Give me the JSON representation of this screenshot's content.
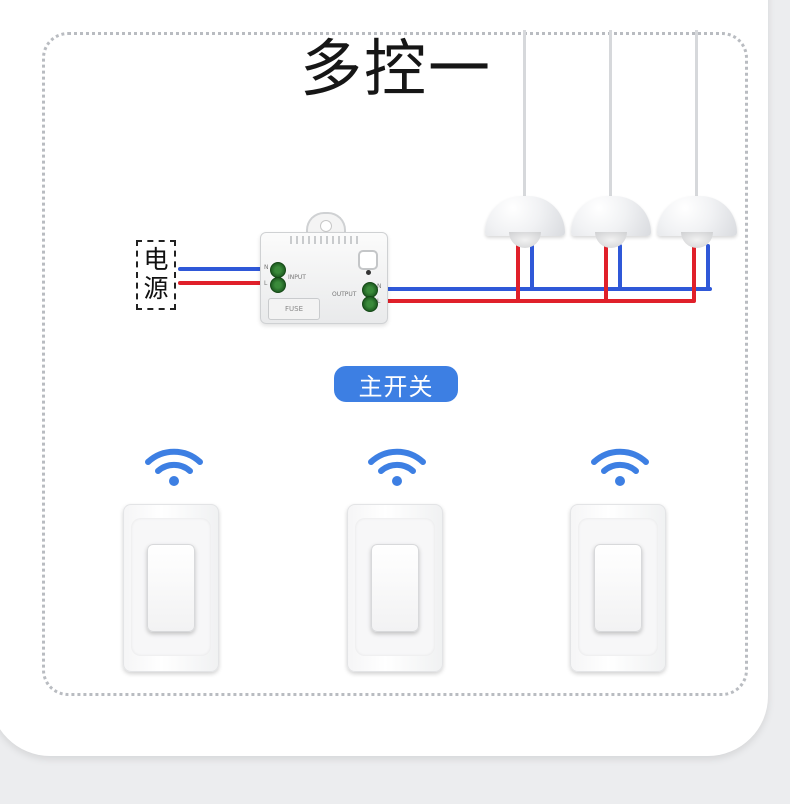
{
  "title": "多控一",
  "power_label": [
    "电",
    "源"
  ],
  "main_switch_label": "主开关",
  "module": {
    "input_label": "INPUT",
    "output_label": "OUTPUT",
    "fuse_label": "FUSE",
    "terminal_n": "N",
    "terminal_l": "L"
  },
  "lamps": [
    {
      "name": "pendant-lamp-1"
    },
    {
      "name": "pendant-lamp-2"
    },
    {
      "name": "pendant-lamp-3"
    }
  ],
  "switches": [
    {
      "name": "wireless-switch-1"
    },
    {
      "name": "wireless-switch-2"
    },
    {
      "name": "wireless-switch-3"
    }
  ],
  "icons": {
    "wifi": "wifi-icon",
    "switch": "rocker-switch-icon",
    "lamp": "pendant-lamp-icon"
  },
  "colors": {
    "accent": "#3d7fe3",
    "wire_live": "#e0202a",
    "wire_neutral": "#2f58d8",
    "terminal": "#2e7a30"
  }
}
